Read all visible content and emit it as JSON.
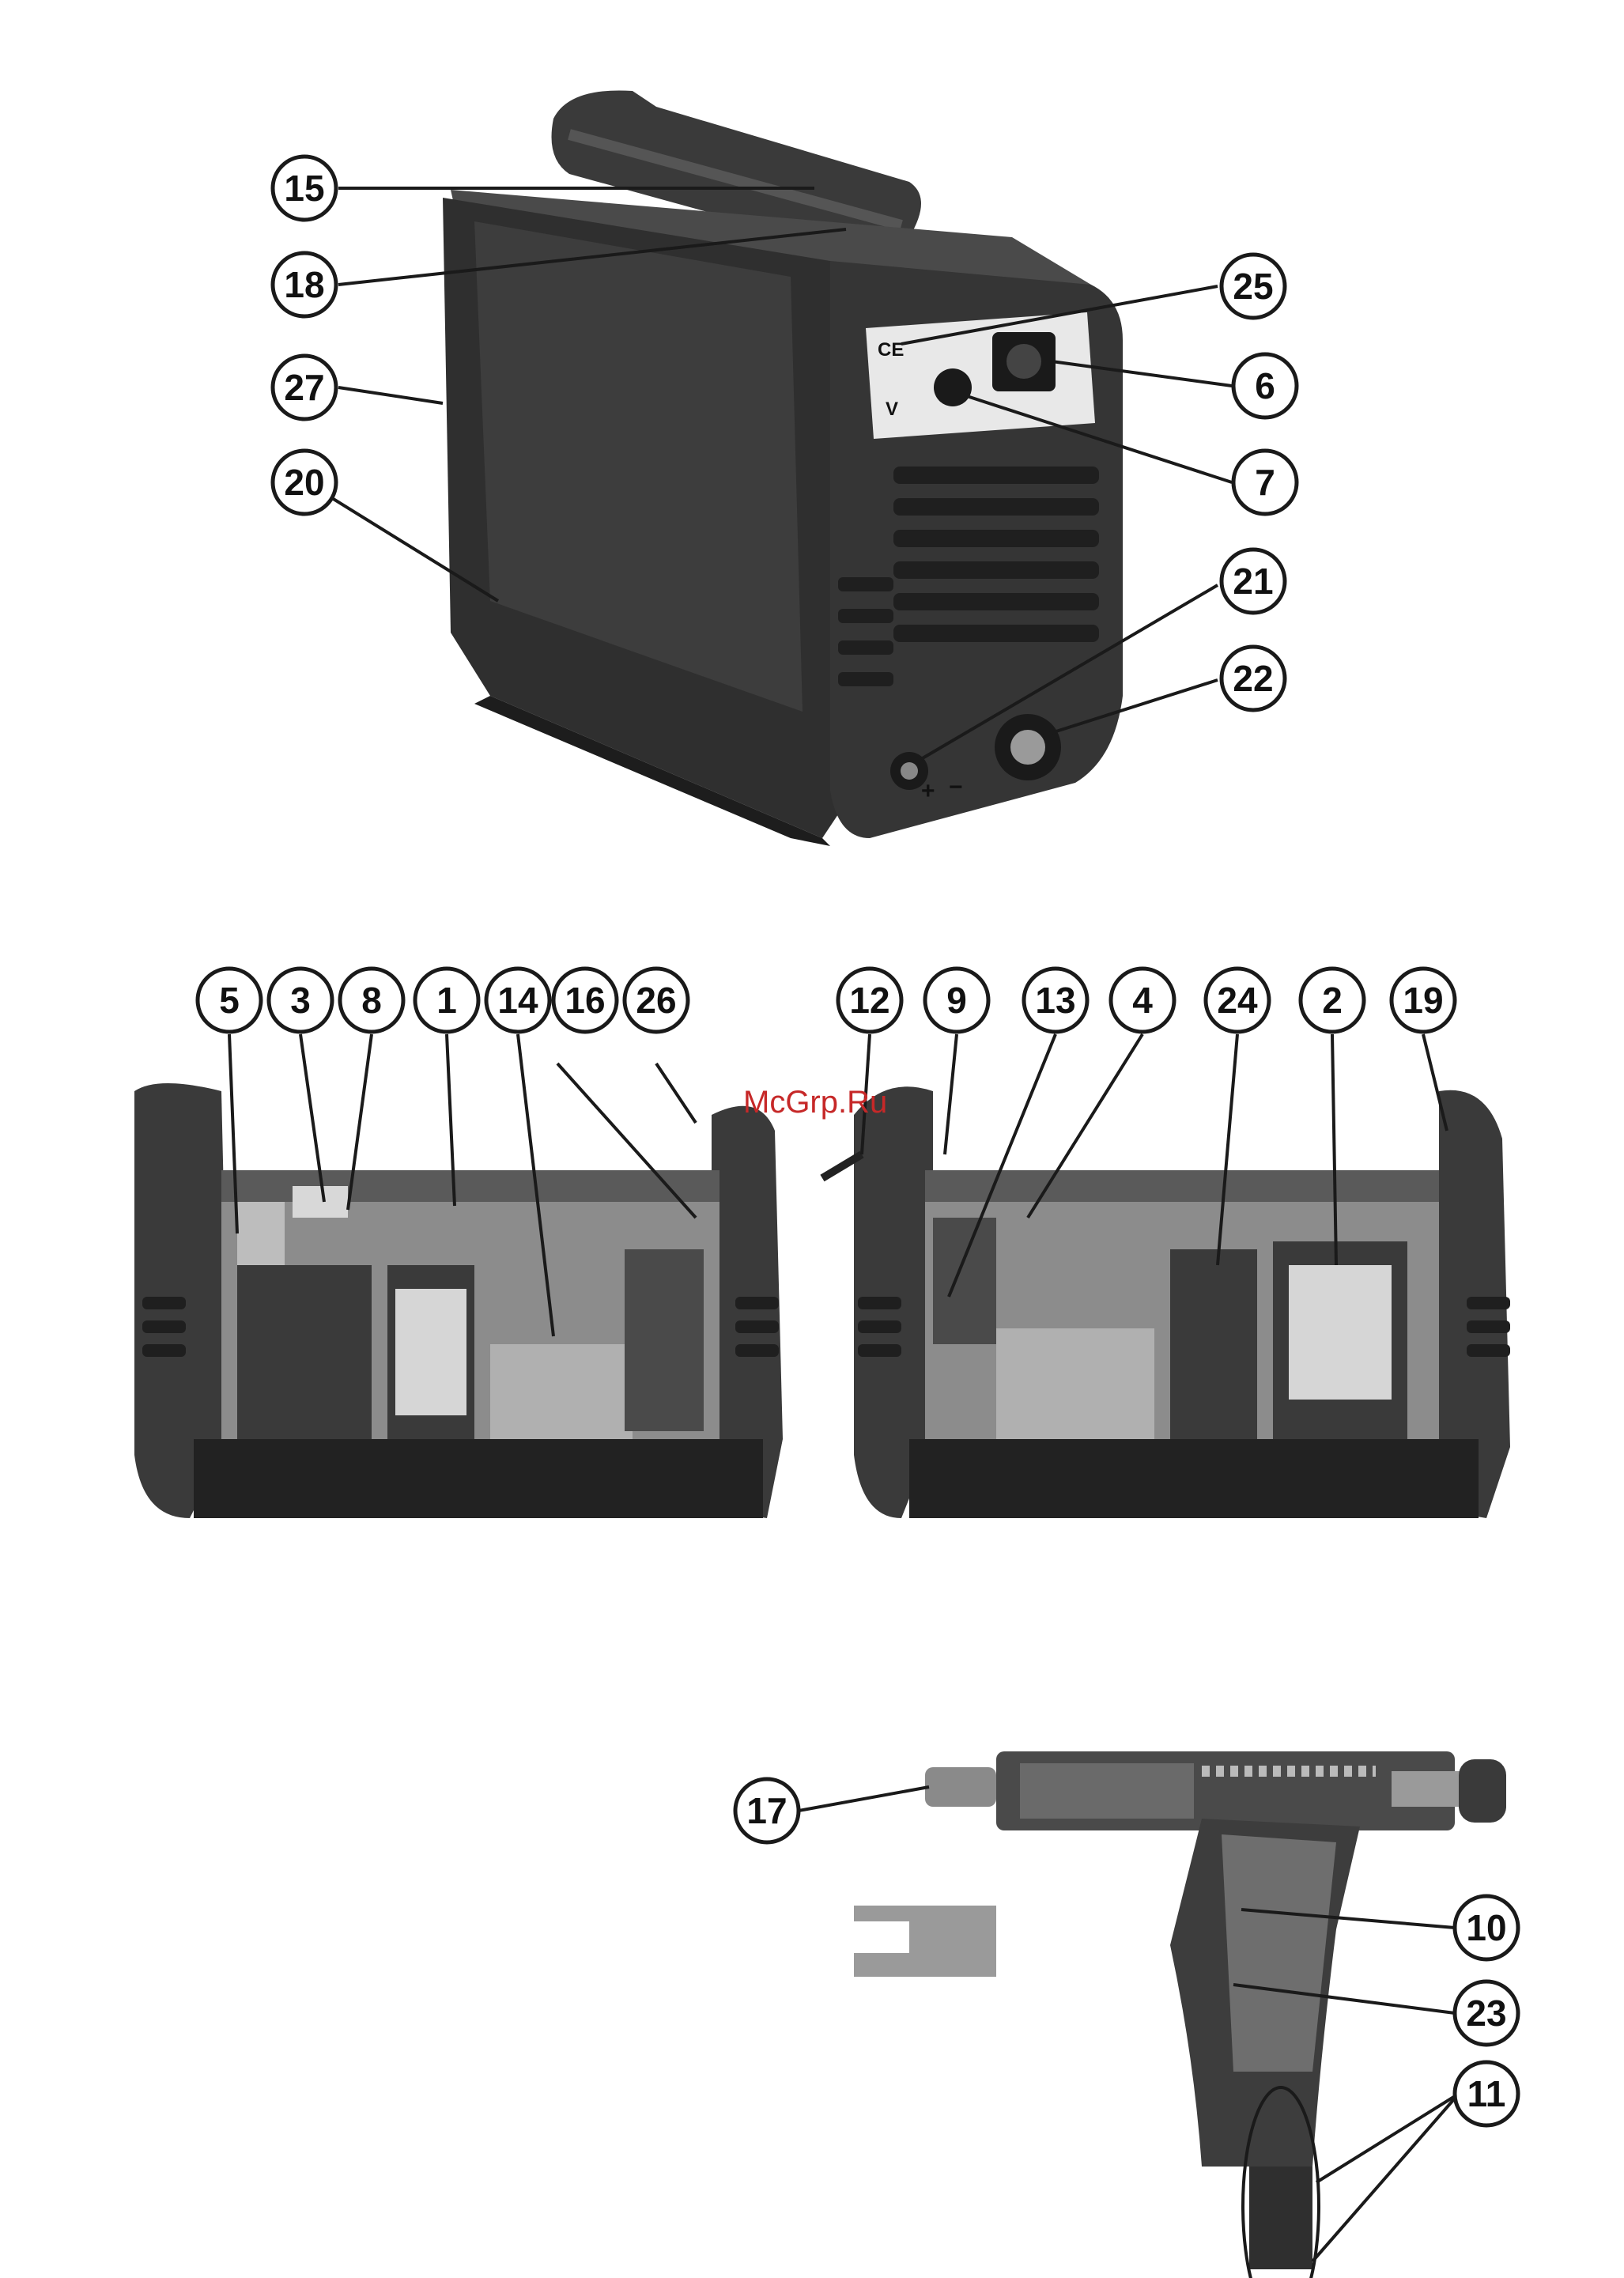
{
  "watermark": "McGrp.Ru",
  "colors": {
    "body_dark": "#2f2f2f",
    "body_mid": "#4a4a4a",
    "body_light": "#6a6a6a",
    "panel": "#e8e8e8",
    "watermark": "#c62828"
  },
  "panel_markings": {
    "ce_mark": "CE",
    "volt_mark": "V",
    "plus": "+",
    "minus": "−"
  },
  "callouts": {
    "c1": "1",
    "c2": "2",
    "c3": "3",
    "c4": "4",
    "c5": "5",
    "c6": "6",
    "c7": "7",
    "c8": "8",
    "c9": "9",
    "c10": "10",
    "c11": "11",
    "c12": "12",
    "c13": "13",
    "c14": "14",
    "c15": "15",
    "c16": "16",
    "c17": "17",
    "c18": "18",
    "c19": "19",
    "c20": "20",
    "c21": "21",
    "c22": "22",
    "c23": "23",
    "c24": "24",
    "c25": "25",
    "c26": "26",
    "c27": "27"
  }
}
